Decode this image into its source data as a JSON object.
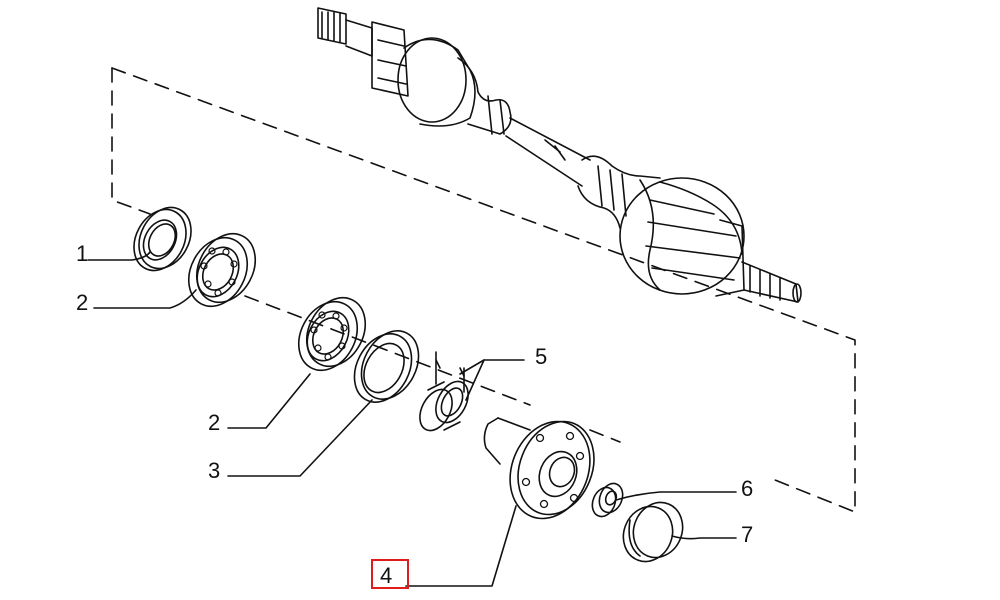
{
  "diagram": {
    "callouts": [
      {
        "id": "c1",
        "label": "1"
      },
      {
        "id": "c2a",
        "label": "2"
      },
      {
        "id": "c2b",
        "label": "2"
      },
      {
        "id": "c3",
        "label": "3"
      },
      {
        "id": "c4",
        "label": "4"
      },
      {
        "id": "c5",
        "label": "5"
      },
      {
        "id": "c6",
        "label": "6"
      },
      {
        "id": "c7",
        "label": "7"
      }
    ],
    "highlight": {
      "target": "c4",
      "color": "#e01c1c"
    }
  }
}
